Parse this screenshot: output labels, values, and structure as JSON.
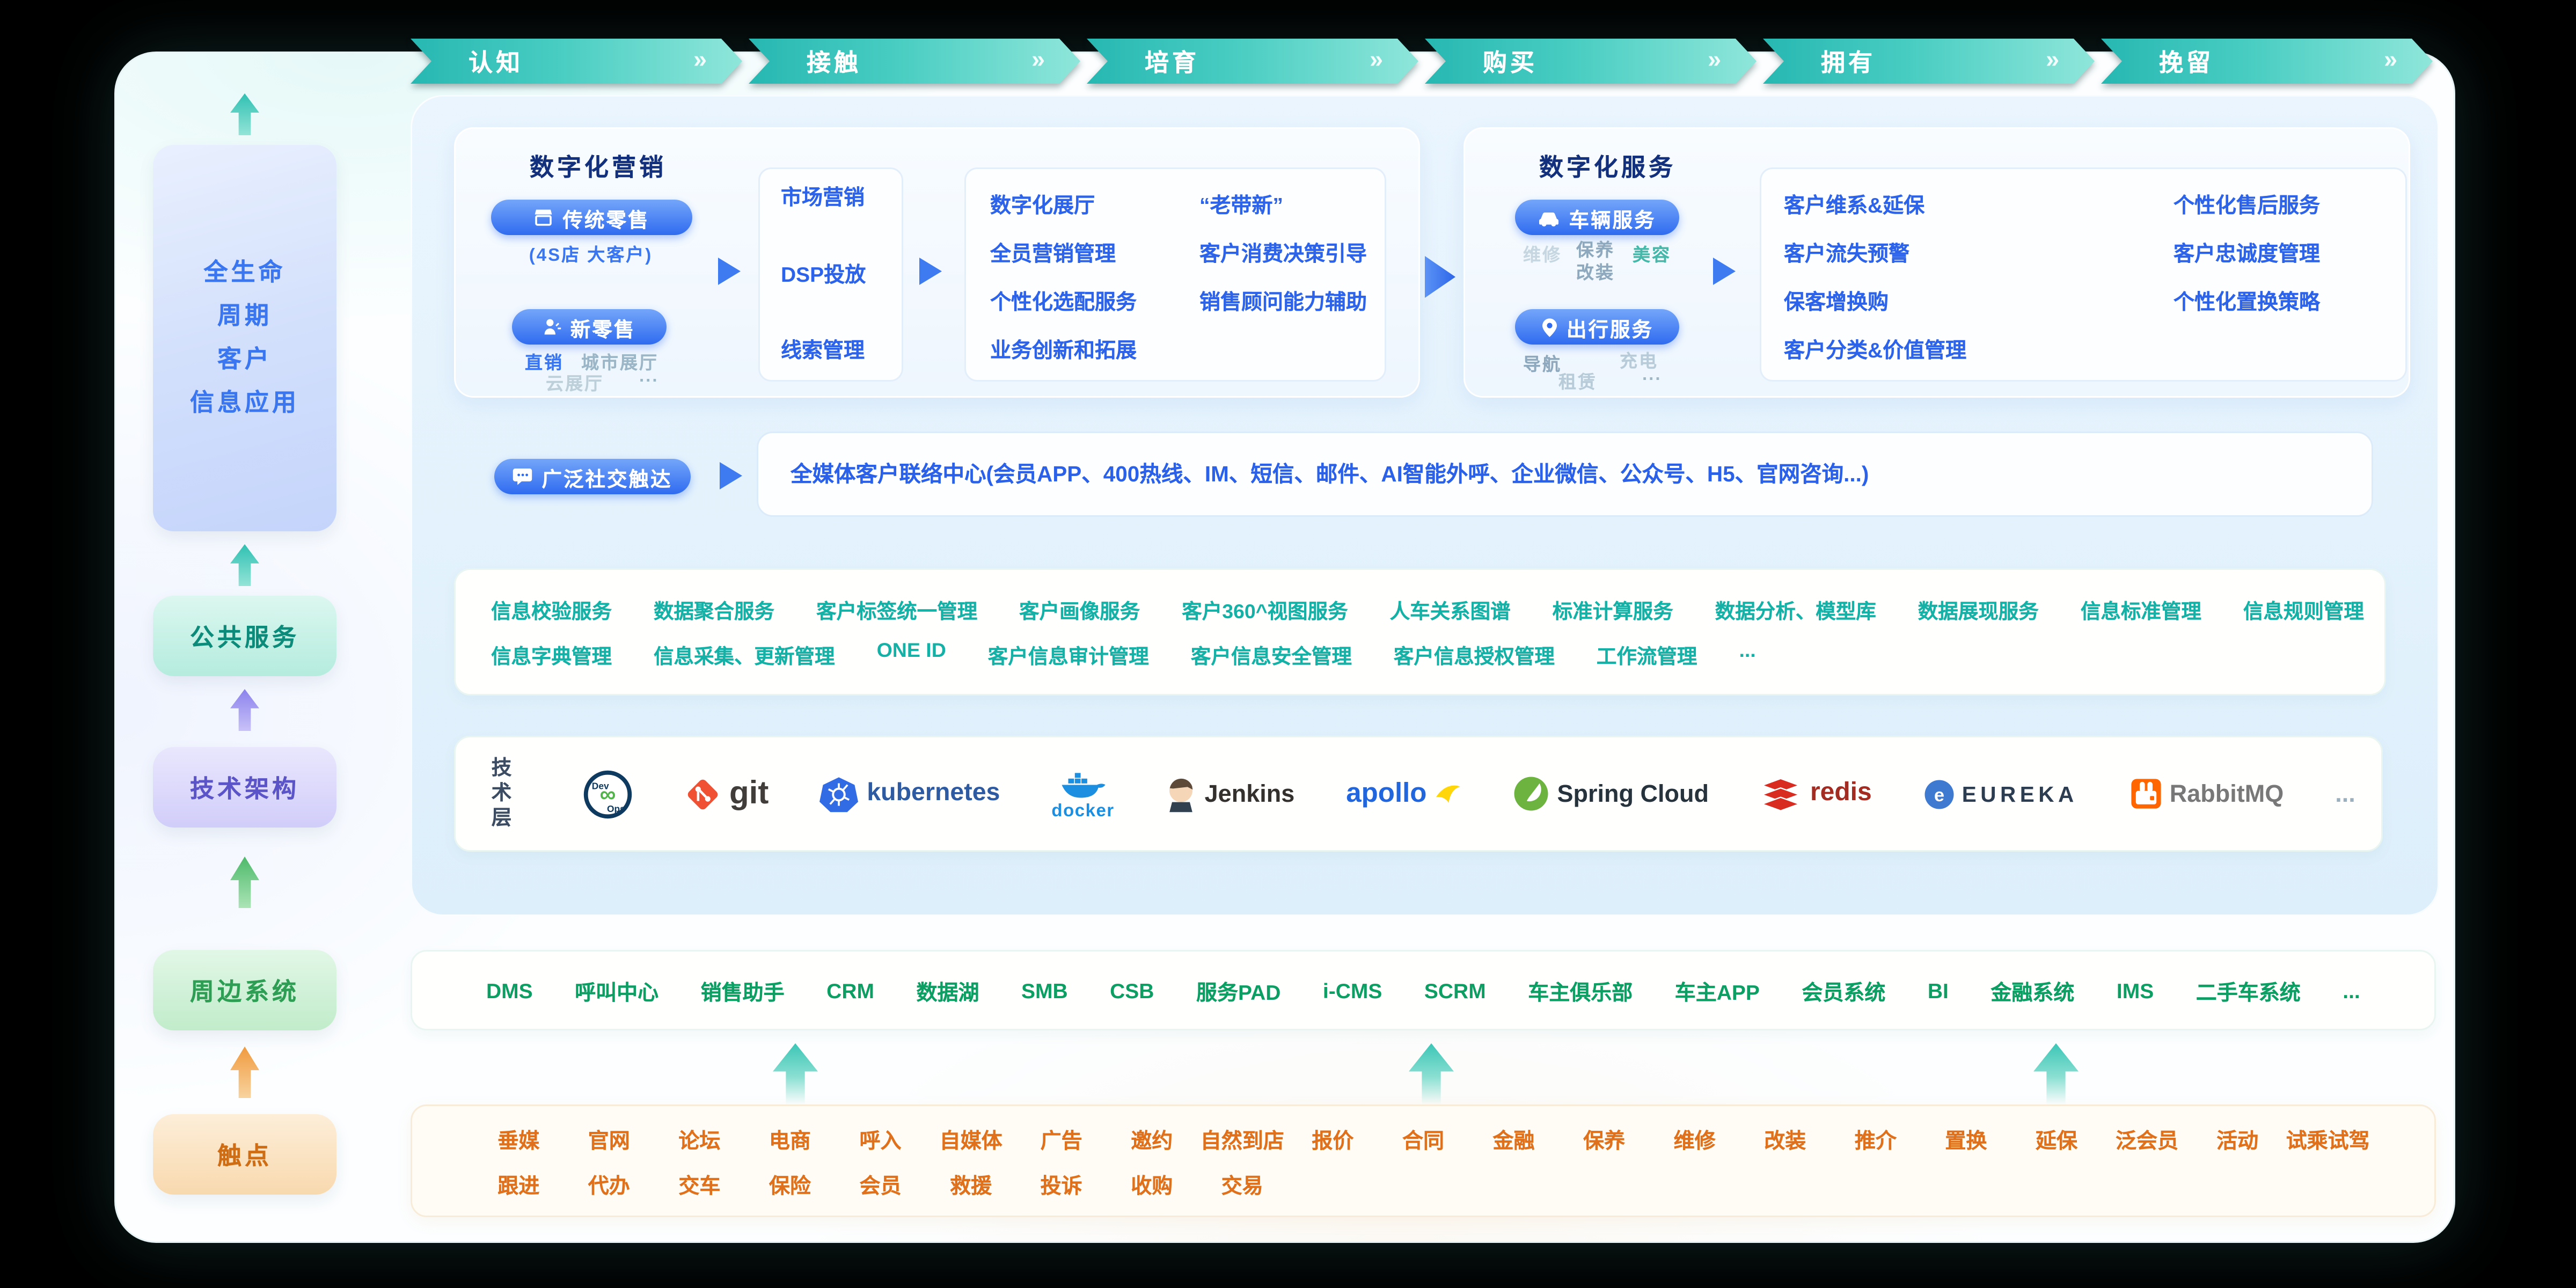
{
  "icons": {
    "ribbon_chevron": "»",
    "infinity": "∞",
    "eureka_e": "e"
  },
  "stages": [
    "认知",
    "接触",
    "培育",
    "购买",
    "拥有",
    "挽留"
  ],
  "left_nav": {
    "lifecycle_lines": [
      "全生命",
      "周期",
      "客户",
      "信息应用"
    ],
    "public_services": "公共服务",
    "tech_architecture": "技术架构",
    "peripheral_systems": "周边系统",
    "touchpoints": "触点"
  },
  "marketing": {
    "title": "数字化营销",
    "btn_traditional": "传统零售",
    "sub_traditional": "(4S店  大客户)",
    "btn_new_retail": "新零售",
    "new_retail_tags": [
      "直销",
      "城市展厅",
      "云展厅",
      "..."
    ],
    "funnel": [
      "市场营销",
      "DSP投放",
      "线索管理"
    ],
    "capabilities_col1": [
      "数字化展厅",
      "全员营销管理",
      "个性化选配服务",
      "业务创新和拓展"
    ],
    "capabilities_col2": [
      "“老带新”",
      "客户消费决策引导",
      "销售顾问能力辅助"
    ]
  },
  "service": {
    "title": "数字化服务",
    "btn_vehicle": "车辆服务",
    "vehicle_tags": [
      "维修",
      "保养",
      "美容",
      "改装"
    ],
    "btn_travel": "出行服务",
    "travel_tags": [
      "导航",
      "充电",
      "租赁",
      "..."
    ],
    "capabilities_col1": [
      "客户维系&延保",
      "客户流失预警",
      "保客增换购",
      "客户分类&价值管理"
    ],
    "capabilities_col2": [
      "个性化售后服务",
      "客户忠诚度管理",
      "个性化置换策略"
    ]
  },
  "social": {
    "btn": "广泛社交触达",
    "center_text": "全媒体客户联络中心(会员APP、400热线、IM、短信、邮件、AI智能外呼、企业微信、公众号、H5、官网咨询...)"
  },
  "public_services": {
    "row1": [
      "信息校验服务",
      "数据聚合服务",
      "客户标签统一管理",
      "客户画像服务",
      "客户360^视图服务",
      "人车关系图谱",
      "标准计算服务",
      "数据分析、模型库",
      "数据展现服务",
      "信息标准管理",
      "信息规则管理"
    ],
    "row2": [
      "信息字典管理",
      "信息采集、更新管理",
      "ONE ID",
      "客户信息审计管理",
      "客户信息安全管理",
      "客户信息授权管理",
      "工作流管理",
      "..."
    ]
  },
  "tech": {
    "label": "技术层",
    "devops_top": "Dev",
    "devops_bottom": "Ops",
    "logos": {
      "git": "git",
      "kubernetes": "kubernetes",
      "docker": "docker",
      "jenkins": "Jenkins",
      "apollo": "apollo",
      "spring_cloud": "Spring Cloud",
      "redis": "redis",
      "eureka": "EUREKA",
      "rabbitmq": "RabbitMQ",
      "more": "..."
    }
  },
  "peripheral_systems": [
    "DMS",
    "呼叫中心",
    "销售助手",
    "CRM",
    "数据湖",
    "SMB",
    "CSB",
    "服务PAD",
    "i-CMS",
    "SCRM",
    "车主俱乐部",
    "车主APP",
    "会员系统",
    "BI",
    "金融系统",
    "IMS",
    "二手车系统",
    "..."
  ],
  "touchpoints": {
    "row1": [
      "垂媒",
      "官网",
      "论坛",
      "电商",
      "呼入",
      "自媒体",
      "广告",
      "邀约",
      "自然到店",
      "报价",
      "合同",
      "金融",
      "保养",
      "维修",
      "改装",
      "推介",
      "置换",
      "延保",
      "泛会员",
      "活动",
      "试乘试驾"
    ],
    "row2": [
      "跟进",
      "代办",
      "交车",
      "保险",
      "会员",
      "救援",
      "投诉",
      "收购",
      "交易"
    ]
  },
  "colors": {
    "ribbon_teal": "#35c3ba",
    "accent_blue": "#2e6bea",
    "teal_text": "#16b1a6",
    "green_text": "#0d9e63",
    "orange_text": "#e0711c"
  }
}
